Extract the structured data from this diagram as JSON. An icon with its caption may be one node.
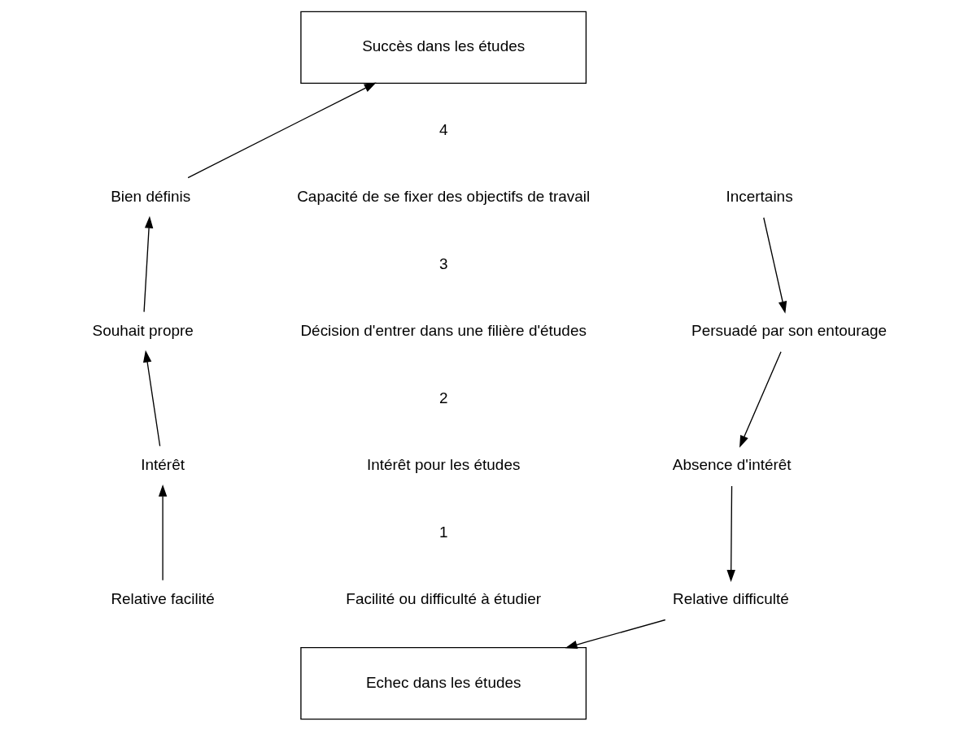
{
  "diagram": {
    "nodes": [
      {
        "text": [
          "Succès dans les études"
        ]
      },
      {
        "text": [
          "Bien définis"
        ]
      },
      {
        "text": [
          "Incertains"
        ]
      },
      {
        "text": [
          "Souhait propre"
        ]
      },
      {
        "text": [
          "Persuadé par son entourage"
        ]
      },
      {
        "text": [
          "Intérêt"
        ]
      },
      {
        "text": [
          "Absence d'intérêt"
        ]
      },
      {
        "text": [
          "Relative facilité"
        ]
      },
      {
        "text": [
          "Relative difficulté"
        ]
      },
      {
        "text": [
          "Echec dans les études"
        ]
      }
    ],
    "edges": [
      {
        "from": 7,
        "to": 5,
        "arrow": "to"
      },
      {
        "from": 5,
        "to": 3,
        "arrow": "to"
      },
      {
        "from": 3,
        "to": 1,
        "arrow": "to"
      },
      {
        "from": 1,
        "to": 0,
        "arrow": "to"
      },
      {
        "from": 2,
        "to": 4,
        "arrow": "to"
      },
      {
        "from": 4,
        "to": 6,
        "arrow": "to"
      },
      {
        "from": 6,
        "to": 8,
        "arrow": "to"
      },
      {
        "from": 8,
        "to": 9,
        "arrow": "to"
      }
    ],
    "labels": [
      "4",
      "Capacité de se fixer des objectifs de travail",
      "3",
      "Décision d'entrer dans une filière d'études",
      "2",
      "Intérêt pour les études",
      "1",
      "Facilité ou difficulté à étudier"
    ]
  }
}
